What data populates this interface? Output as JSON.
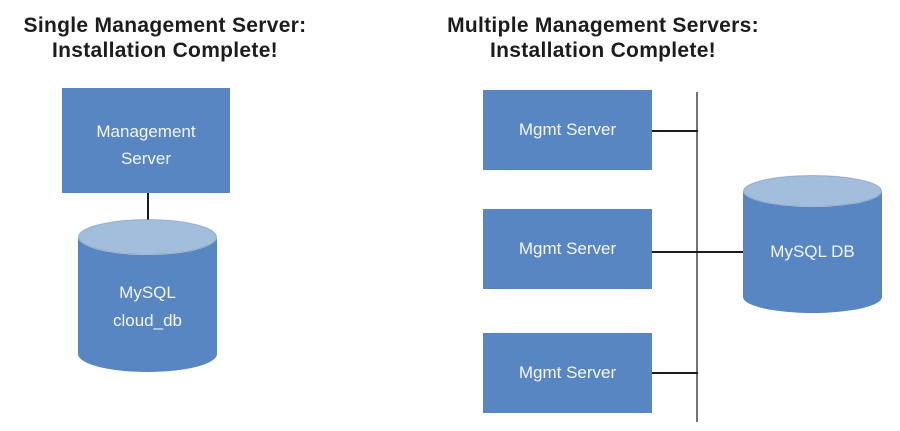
{
  "colors": {
    "shape-fill": "#5886c3",
    "shape-top": "#a3bedd",
    "shape-text": "#f2f6fb",
    "title-text": "#1c1c1c",
    "connector": "#1c1c1c",
    "bus-line": "#747474",
    "page-bg": "#ffffff"
  },
  "left_diagram": {
    "title_line1": "Single Management Server:",
    "title_line2": "Installation Complete!",
    "server_box": {
      "line1": "Management",
      "line2": "Server"
    },
    "database": {
      "line1": "MySQL",
      "line2": "cloud_db"
    }
  },
  "right_diagram": {
    "title_line1": "Multiple Management Servers:",
    "title_line2": "Installation Complete!",
    "servers": [
      {
        "label": "Mgmt Server"
      },
      {
        "label": "Mgmt Server"
      },
      {
        "label": "Mgmt Server"
      }
    ],
    "database": {
      "label": "MySQL DB"
    }
  }
}
